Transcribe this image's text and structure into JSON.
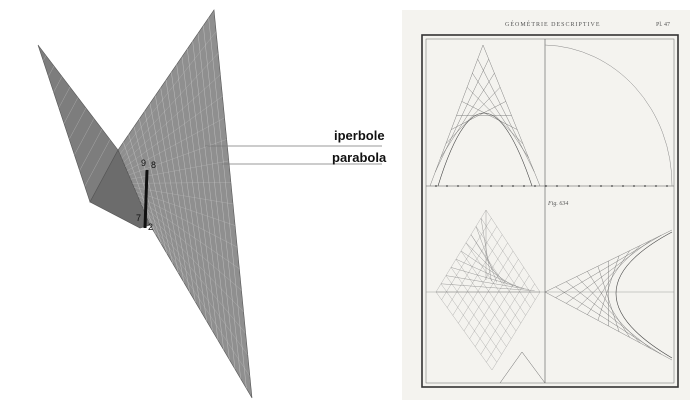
{
  "left_figure": {
    "callouts": [
      {
        "id": "iperbole",
        "label": "iperbole"
      },
      {
        "id": "parabola",
        "label": "parabola"
      }
    ],
    "point_labels": {
      "p9": "9",
      "p8": "8",
      "p7": "7",
      "p2": "2"
    },
    "colors": {
      "surface": "#8a8a8a",
      "surface_dark": "#5a5a5a",
      "surface_light": "#b0b0b0",
      "curves": "#d8d8d8"
    }
  },
  "plate": {
    "header": "GÉOMÉTRIE DESCRIPTIVE",
    "plate_no": "Pl. 47",
    "fig_label": "Fig. 634",
    "paper_color": "#f4f3ef",
    "ink_color": "#4a4a4a"
  }
}
